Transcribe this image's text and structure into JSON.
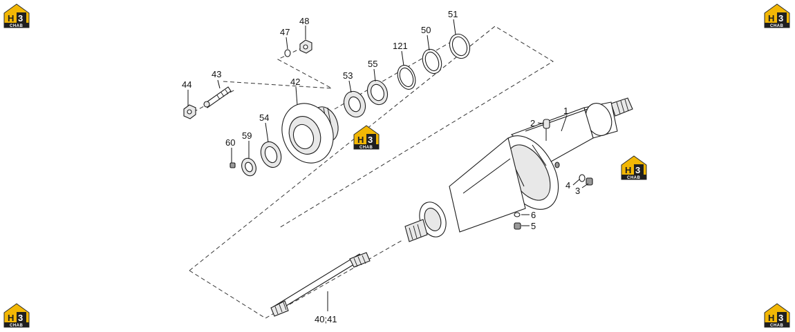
{
  "logo": {
    "letter": "H",
    "digit": "3",
    "caption": "CHAB"
  },
  "callouts": {
    "p1": "1",
    "p2": "2",
    "p3": "3",
    "p4": "4",
    "p5": "5",
    "p6": "6",
    "p40_41": "40;41",
    "p42": "42",
    "p43": "43",
    "p44": "44",
    "p47": "47",
    "p48": "48",
    "p50": "50",
    "p51": "51",
    "p53": "53",
    "p54": "54",
    "p55": "55",
    "p59": "59",
    "p60": "60",
    "p121": "121"
  }
}
